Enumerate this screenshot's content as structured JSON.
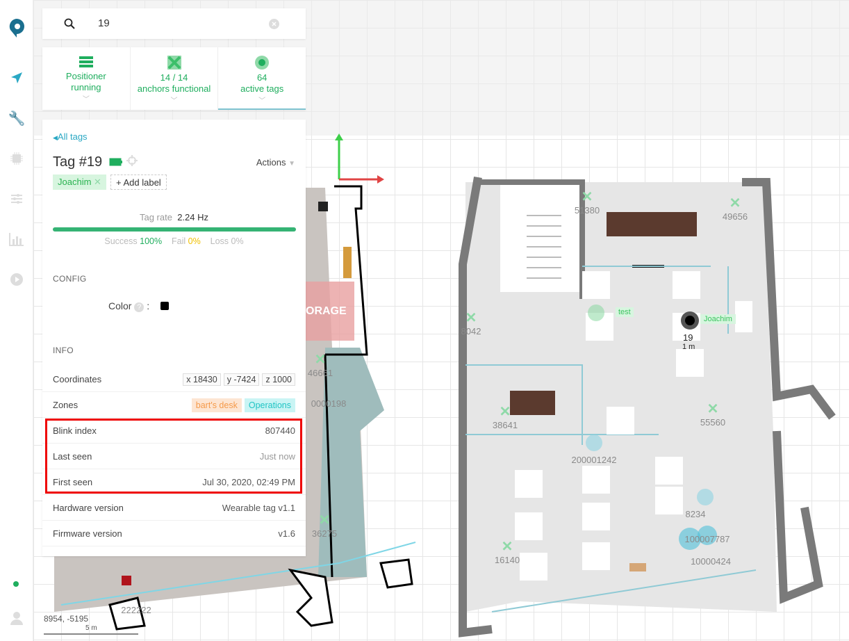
{
  "search": {
    "value": "19",
    "icon": "search-icon",
    "clear_icon": "clear-icon"
  },
  "status": [
    {
      "line1": "Positioner",
      "line2": "running",
      "icon": "server-icon"
    },
    {
      "line1": "14 / 14",
      "line2": "anchors functional",
      "icon": "anchor-icon"
    },
    {
      "line1": "64",
      "line2": "active tags",
      "icon": "tag-icon"
    }
  ],
  "panel": {
    "back_link": "All tags",
    "title": "Tag #19",
    "actions": "Actions",
    "label_chip": "Joachim",
    "add_label": "+ Add label",
    "tag_rate_label": "Tag rate",
    "tag_rate": "2.24 Hz",
    "success_pct": 100,
    "success_label": "Success",
    "success": "100%",
    "fail_label": "Fail",
    "fail": "0%",
    "loss_label": "Loss",
    "loss": "0%",
    "config_heading": "CONFIG",
    "color_label": "Color",
    "color_value": "#000000",
    "info_heading": "INFO",
    "coordinates_label": "Coordinates",
    "x": "x 18430",
    "y": "y -7424",
    "z": "z 1000",
    "zones_label": "Zones",
    "zone1": "bart's desk",
    "zone2": "Operations",
    "blink_label": "Blink index",
    "blink": "807440",
    "last_seen_label": "Last seen",
    "last_seen": "Just now",
    "first_seen_label": "First seen",
    "first_seen": "Jul 30, 2020, 02:49 PM",
    "hw_label": "Hardware version",
    "hw": "Wearable tag v1.1",
    "fw_label": "Firmware version",
    "fw": "v1.6"
  },
  "map": {
    "anchors": [
      "51380",
      "49656",
      "8042",
      "38641",
      "55560",
      "16140",
      "46661",
      "36275"
    ],
    "tag_labels": [
      "test",
      "Joachim"
    ],
    "tag19": {
      "id": "19",
      "dist": "1 m"
    },
    "tags": [
      "200001242",
      "8234",
      "100007787",
      "10000424",
      "222222",
      "0000198"
    ],
    "storage": "ORAGE",
    "cursor_coords": "8954, -5195",
    "scale": "5 m"
  },
  "colors": {
    "accent": "#1fae5e",
    "link": "#2aa8c4",
    "highlight": "#ee0000"
  }
}
